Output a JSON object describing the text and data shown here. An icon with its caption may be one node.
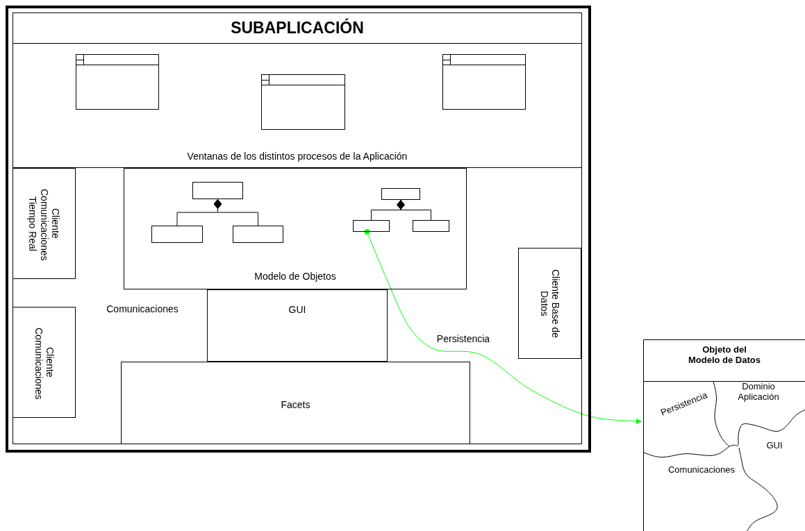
{
  "diagram": {
    "nodes": [
      {
        "text": [
          "SUBAPLICACIÓN"
        ]
      },
      {
        "text": [
          "Ventanas de los distintos procesos de la Aplicación"
        ],
        "in": 0
      },
      {
        "text": [],
        "shape": "box",
        "in": 1
      },
      {
        "text": [],
        "shape": "box",
        "in": 1
      },
      {
        "text": [],
        "shape": "box",
        "in": 1
      },
      {
        "text": [
          "Modelo de Objetos"
        ],
        "in": 0
      },
      {
        "text": [],
        "shape": "box",
        "in": 5
      },
      {
        "text": [],
        "shape": "box",
        "in": 5
      },
      {
        "text": [],
        "shape": "box",
        "in": 5
      },
      {
        "text": [],
        "shape": "box",
        "in": 5
      },
      {
        "text": [],
        "shape": "box",
        "in": 5
      },
      {
        "text": [],
        "shape": "box",
        "in": 5
      },
      {
        "text": [
          "Cliente Comunicaciones Tiempo Real"
        ],
        "in": 0
      },
      {
        "text": [
          "Cliente Comunicaciones"
        ],
        "in": 0
      },
      {
        "text": [
          "GUI"
        ],
        "in": 0
      },
      {
        "text": [
          "Facets"
        ],
        "in": 0
      },
      {
        "text": [
          "Cliente Base de Datos"
        ],
        "in": 0
      },
      {
        "text": [
          "Objeto del Modelo de Datos"
        ]
      },
      {
        "text": [
          "Persistencia"
        ],
        "in": 17
      },
      {
        "text": [
          "Dominio Aplicación"
        ],
        "in": 17
      },
      {
        "text": [
          "GUI"
        ],
        "in": 17
      },
      {
        "text": [
          "Comunicaciones"
        ],
        "in": 17
      }
    ],
    "edges": [
      {
        "from": 7,
        "to": 6,
        "arrow": "other"
      },
      {
        "from": 8,
        "to": 6,
        "arrow": "other"
      },
      {
        "from": 10,
        "to": 9,
        "arrow": "other"
      },
      {
        "from": 11,
        "to": 9,
        "arrow": "other"
      },
      {
        "from": 10,
        "to": 17,
        "arrow": "to",
        "color": "#00ff00"
      }
    ],
    "labels": [
      "Comunicaciones",
      "Persistencia"
    ]
  }
}
